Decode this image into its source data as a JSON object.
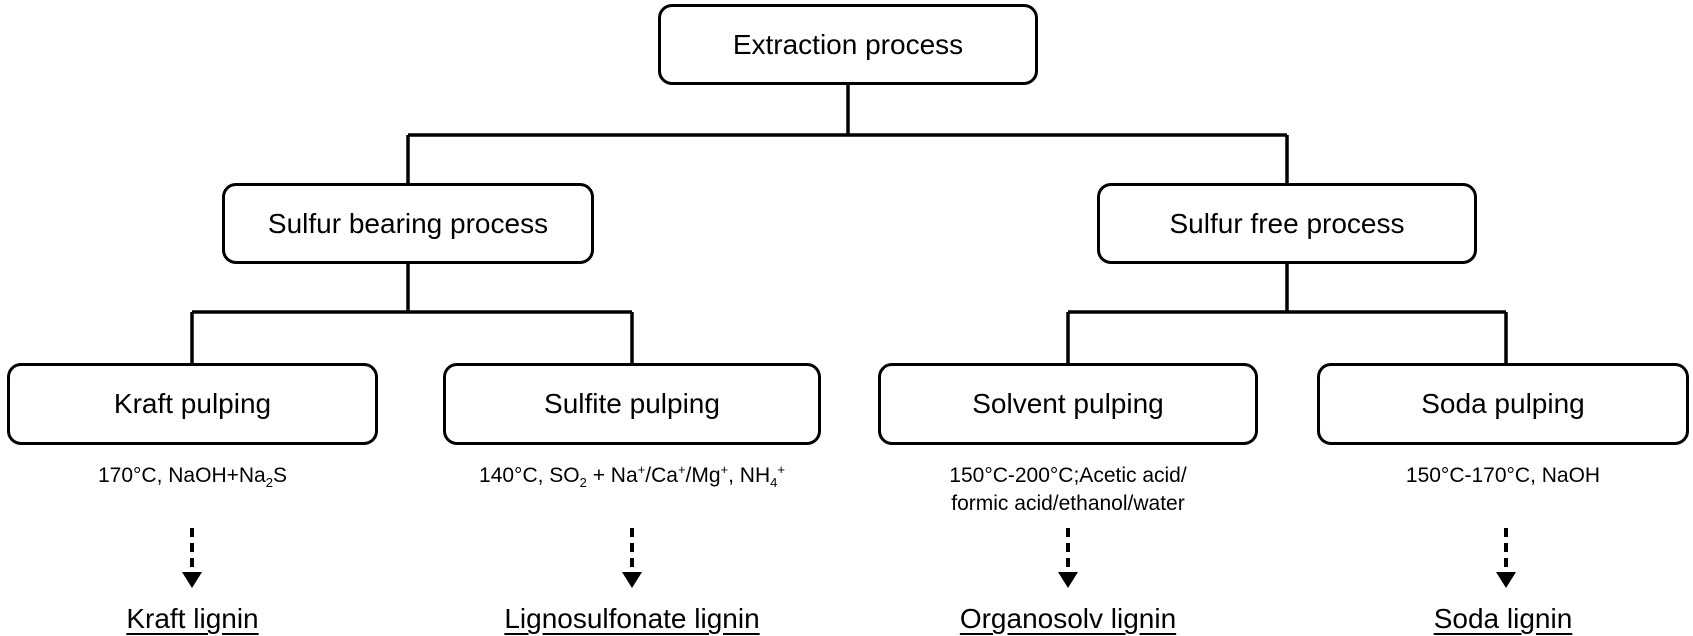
{
  "root": {
    "label": "Extraction process"
  },
  "categories": [
    {
      "label": "Sulfur bearing process"
    },
    {
      "label": "Sulfur free process"
    }
  ],
  "processes": [
    {
      "label": "Kraft pulping",
      "condition": [
        "170°C, NaOH+Na",
        "2",
        "S"
      ],
      "output": "Kraft lignin"
    },
    {
      "label": "Sulfite pulping",
      "condition": [
        "140°C, SO",
        "2",
        " + Na",
        "+",
        "/Ca",
        "+",
        "/Mg",
        "+",
        ", NH",
        "4",
        "+"
      ],
      "output": "Lignosulfonate lignin"
    },
    {
      "label": "Solvent pulping",
      "condition_line1": "150°C-200°C;Acetic acid/",
      "condition_line2": "formic acid/ethanol/water",
      "output": "Organosolv lignin"
    },
    {
      "label": "Soda pulping",
      "condition": "150°C-170°C, NaOH",
      "output": "Soda lignin"
    }
  ],
  "colors": {
    "line": "#000000",
    "background": "#ffffff"
  }
}
